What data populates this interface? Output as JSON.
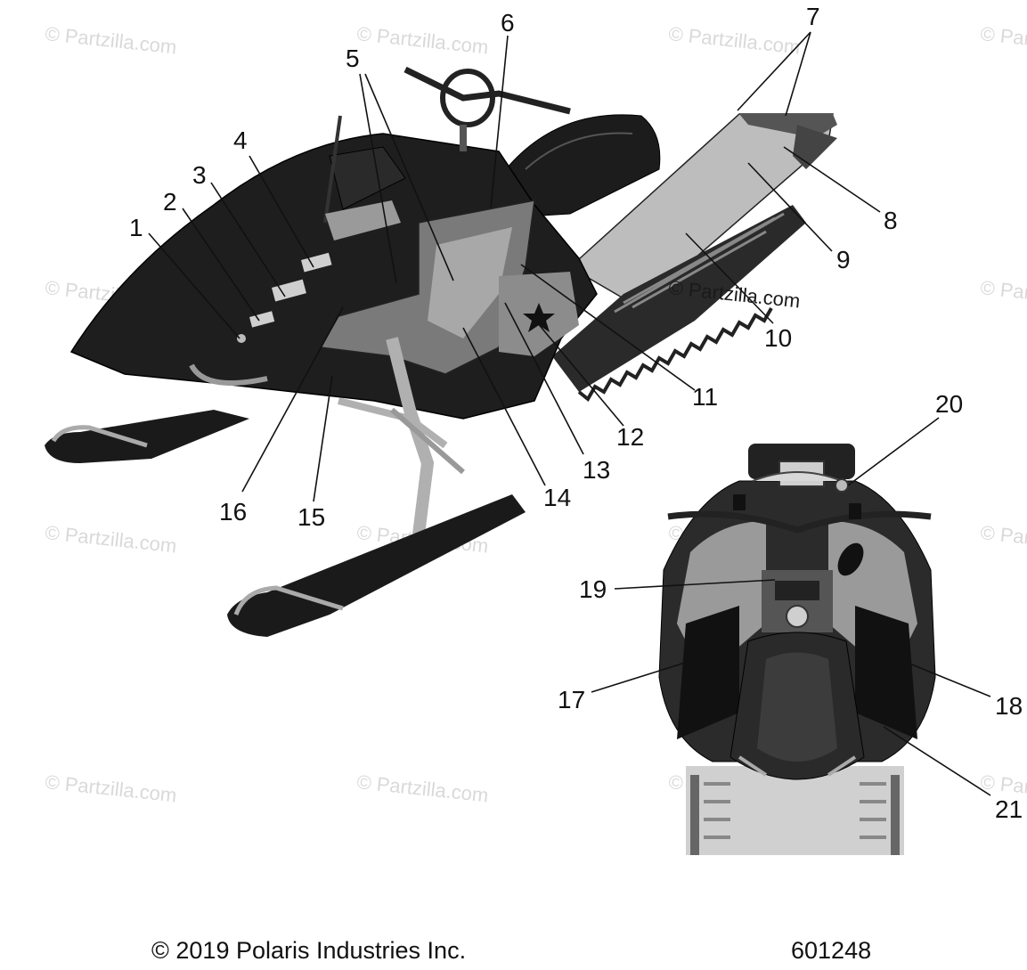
{
  "watermark": "© Partzilla.com",
  "callouts": [
    "1",
    "2",
    "3",
    "4",
    "5",
    "6",
    "7",
    "8",
    "9",
    "10",
    "11",
    "12",
    "13",
    "14",
    "15",
    "16",
    "17",
    "18",
    "19",
    "20",
    "21"
  ],
  "footer": {
    "copyright": "© 2019 Polaris Industries Inc.",
    "part_number": "601248"
  },
  "colors": {
    "body_dark": "#1e1e1e",
    "body_mid": "#6f6f6f",
    "body_light": "#c4c4c4",
    "line": "#111111",
    "watermark": "#d9d9d9"
  }
}
